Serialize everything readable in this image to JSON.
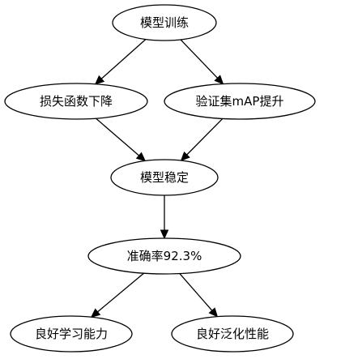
{
  "diagram": {
    "nodes": {
      "training": "模型训练",
      "loss_decrease": "损失函数下降",
      "map_increase": "验证集mAP提升",
      "model_stable": "模型稳定",
      "accuracy": "准确率92.3%",
      "learning": "良好学习能力",
      "generalization": "良好泛化性能"
    },
    "edges": [
      {
        "from": "training",
        "to": "loss_decrease"
      },
      {
        "from": "training",
        "to": "map_increase"
      },
      {
        "from": "loss_decrease",
        "to": "model_stable"
      },
      {
        "from": "map_increase",
        "to": "model_stable"
      },
      {
        "from": "model_stable",
        "to": "accuracy"
      },
      {
        "from": "accuracy",
        "to": "learning"
      },
      {
        "from": "accuracy",
        "to": "generalization"
      }
    ]
  }
}
